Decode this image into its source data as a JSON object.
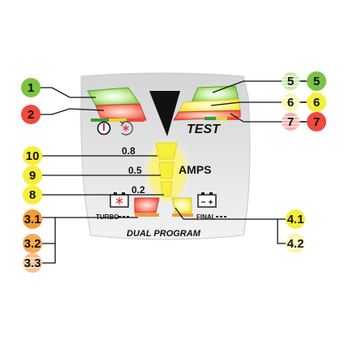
{
  "panel": {
    "test_label": "TEST",
    "amps_label": "AMPS",
    "amp_values": [
      "0.8",
      "0.5",
      "0.2"
    ],
    "turbo_label": "TURBO",
    "final_label": "FINAL",
    "title": "DUAL PROGRAM",
    "power_icon": "power-icon",
    "cycle_icon": "recycle-snowflake-icon",
    "battery_icon_left": "battery-snowflake-icon",
    "battery_icon_right": "battery-icon"
  },
  "callouts": {
    "left": [
      {
        "id": "1",
        "label": "1",
        "color": "#7dc242"
      },
      {
        "id": "2",
        "label": "2",
        "color": "#ef4a3c"
      },
      {
        "id": "10",
        "label": "10",
        "color": "#f6ee3a"
      },
      {
        "id": "9",
        "label": "9",
        "color": "#f6ee3a"
      },
      {
        "id": "8",
        "label": "8",
        "color": "#f6ee3a"
      },
      {
        "id": "3.1",
        "label": "3.1",
        "color": "#f39b35"
      },
      {
        "id": "3.2",
        "label": "3.2",
        "color": "#f39b35"
      },
      {
        "id": "3.3",
        "label": "3.3",
        "color": "#f39b35"
      }
    ],
    "right": [
      {
        "id": "5",
        "label": "5",
        "color": "#7dc242",
        "blink": "5"
      },
      {
        "id": "6",
        "label": "6",
        "color": "#f6ee3a",
        "blink": "6"
      },
      {
        "id": "7",
        "label": "7",
        "color": "#ef4a3c",
        "blink": "7"
      },
      {
        "id": "4.1",
        "label": "4.1",
        "color": "#f6ee3a"
      },
      {
        "id": "4.2",
        "label": "4.2",
        "color": "#f6ee3a"
      }
    ]
  },
  "colors": {
    "panel_top": "#d9dadb",
    "panel_bottom": "#f1f1f1",
    "green": "#7dc242",
    "red": "#ef4a3c",
    "yellow": "#f6ee3a",
    "orange": "#f39b35"
  }
}
